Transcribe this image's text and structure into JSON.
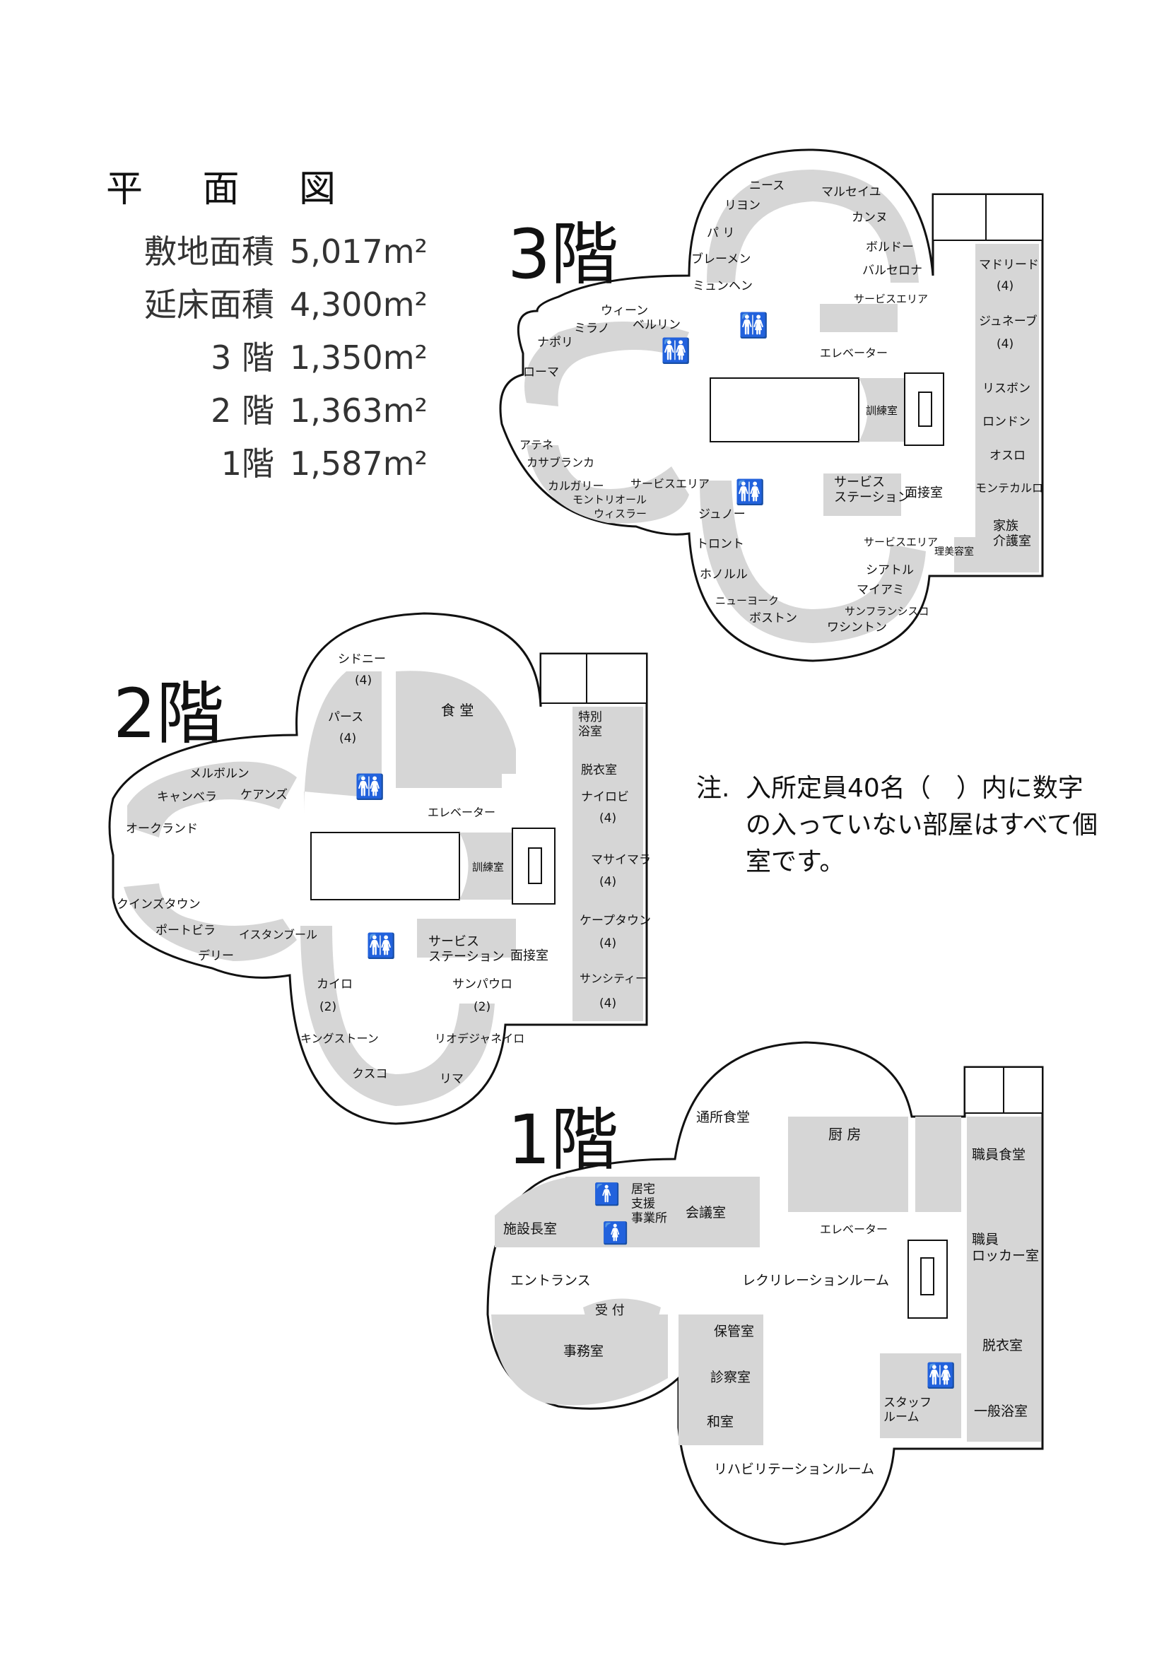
{
  "title": "平 面 図",
  "areas": [
    {
      "label": "敷地面積",
      "value": "5,017m²"
    },
    {
      "label": "延床面積",
      "value": "4,300m²"
    },
    {
      "label": "3 階",
      "value": "1,350m²"
    },
    {
      "label": "2 階",
      "value": "1,363m²"
    },
    {
      "label": "1階",
      "value": "1,587m²"
    }
  ],
  "floor3": {
    "title": "3階",
    "rooms": {
      "nice": "ニース",
      "marseille": "マルセイユ",
      "lyon": "リヨン",
      "cannes": "カンヌ",
      "paris": "パ リ",
      "bordeaux": "ボルドー",
      "bremen": "ブレーメン",
      "barcelona": "バルセロナ",
      "munich": "ミュンヘン",
      "service_area_top": "サービスエリア",
      "vienna": "ウィーン",
      "milan": "ミラノ",
      "berlin": "ベルリン",
      "napoli": "ナポリ",
      "roma": "ローマ",
      "madrid": "マドリード",
      "madrid_cap": "(4)",
      "geneva": "ジュネーブ",
      "geneva_cap": "(4)",
      "elevator": "エレベーター",
      "lisbon": "リスボン",
      "training": "訓練室",
      "london": "ロンドン",
      "athens": "アテネ",
      "casablanca": "カサブランカ",
      "oslo": "オスロ",
      "calgary": "カルガリー",
      "service_area_left": "サービスエリア",
      "montreal": "モントリオール",
      "whistler": "ウィスラー",
      "service_station": "サービス\nステーション",
      "interview": "面接室",
      "montecarlo": "モンテカルロ",
      "family_care": "家族\n介護室",
      "juneau": "ジュノー",
      "service_area_right": "サービスエリア",
      "barber": "理美容室",
      "toronto": "トロント",
      "seattle": "シアトル",
      "honolulu": "ホノルル",
      "miami": "マイアミ",
      "newyork": "ニューヨーク",
      "sanfrancisco": "サンフランシスコ",
      "boston": "ボストン",
      "washington": "ワシントン"
    }
  },
  "floor2": {
    "title": "2階",
    "rooms": {
      "sydney": "シドニー",
      "sydney_cap": "(4)",
      "perth": "パース",
      "perth_cap": "(4)",
      "dining": "食 堂",
      "special_bath": "特別\n浴室",
      "changing": "脱衣室",
      "melbourne": "メルボルン",
      "nairobi": "ナイロビ",
      "nairobi_cap": "(4)",
      "canberra": "キャンベラ",
      "cairns": "ケアンズ",
      "elevator": "エレベーター",
      "auckland": "オークランド",
      "masaimara": "マサイマラ",
      "masaimara_cap": "(4)",
      "training": "訓練室",
      "capetown": "ケープタウン",
      "capetown_cap": "(4)",
      "queenstown": "クインズタウン",
      "portovila": "ポートビラ",
      "istanbul": "イスタンブール",
      "delhi": "デリー",
      "service_station": "サービス\nステーション",
      "interview": "面接室",
      "cairo": "カイロ",
      "cairo_cap": "(2)",
      "saopaulo": "サンパウロ",
      "saopaulo_cap": "(2)",
      "suncity": "サンシティー",
      "suncity_cap": "(4)",
      "kingston": "キングストーン",
      "rio": "リオデジャネイロ",
      "cusco": "クスコ",
      "lima": "リマ"
    }
  },
  "floor1": {
    "title": "1階",
    "rooms": {
      "daycare_dining": "通所食堂",
      "kitchen": "厨 房",
      "staff_dining": "職員食堂",
      "kyotaku": "居宅\n支援\n事業所",
      "meeting": "会議室",
      "director": "施設長室",
      "elevator": "エレベーター",
      "staff_locker": "職員\nロッカー室",
      "entrance": "エントランス",
      "recreation": "レクリレーションルーム",
      "reception": "受 付",
      "storage": "保管室",
      "office": "事務室",
      "changing": "脱衣室",
      "exam": "診察室",
      "staff_room": "スタッフ\nルーム",
      "japanese_room": "和室",
      "public_bath": "一般浴室",
      "rehab": "リハビリテーションルーム"
    }
  },
  "note": {
    "mark": "注.",
    "text": "入所定員40名（　）内に数字の入っていない部屋はすべて個室です。"
  }
}
